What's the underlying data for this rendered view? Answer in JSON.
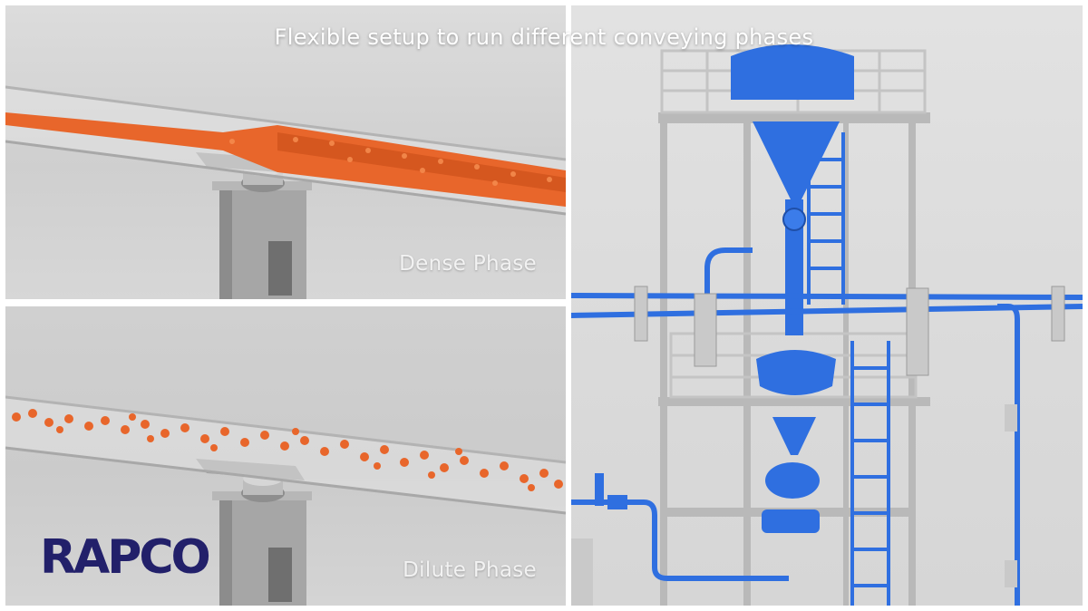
{
  "headline": "Flexible setup to run different conveying phases",
  "panels": {
    "dense": {
      "caption": "Dense Phase"
    },
    "dilute": {
      "caption": "Dilute Phase"
    }
  },
  "brand": {
    "logo_text": "RAPCO",
    "logo_color": "#22206a"
  },
  "colors": {
    "material": "#e8662b",
    "plant_equipment": "#2f6fe0",
    "steel_frame": "#b9b9b9",
    "caption_text": "#f2f2f2"
  }
}
